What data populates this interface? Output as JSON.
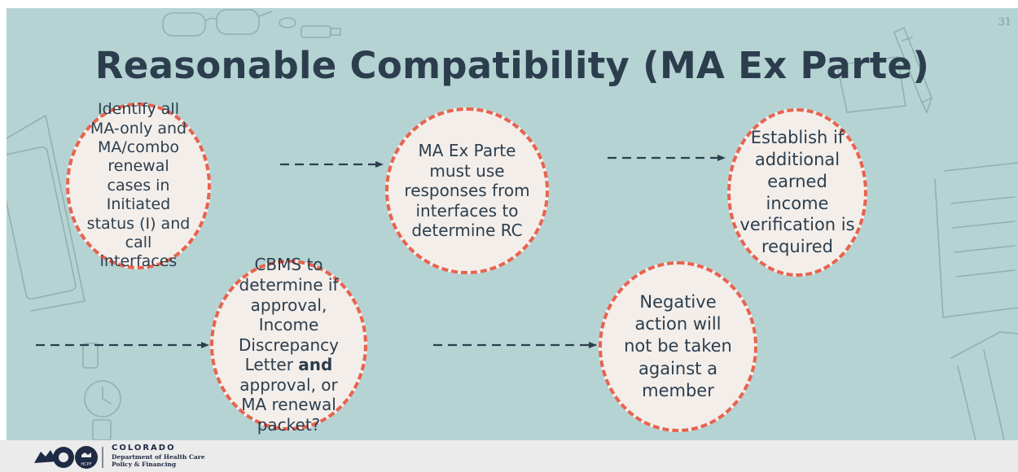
{
  "slide": {
    "title": "Reasonable Compatibility (MA Ex Parte)",
    "page_number": "31"
  },
  "steps": [
    {
      "text": "Identify all MA-only and MA/combo renewal cases in Initiated status (I) and call interfaces"
    },
    {
      "text": "MA Ex Parte must use responses from interfaces to determine RC"
    },
    {
      "text": "Establish if additional earned income verification is required"
    },
    {
      "text": "CBMS to determine if approval, Income Discrepancy Letter and approval, or MA renewal packet?"
    },
    {
      "text": "Negative action will not be taken against a member"
    }
  ],
  "footer": {
    "state": "COLORADO",
    "department": "Department of Health Care",
    "department_line2": "Policy & Financing",
    "badge_text": "HCPF"
  },
  "colors": {
    "background": "#b5d3d3",
    "bubble_fill": "#f3eeea",
    "bubble_border": "#e8634e",
    "text": "#2c3e4e",
    "arrow": "#2c3e4e"
  }
}
